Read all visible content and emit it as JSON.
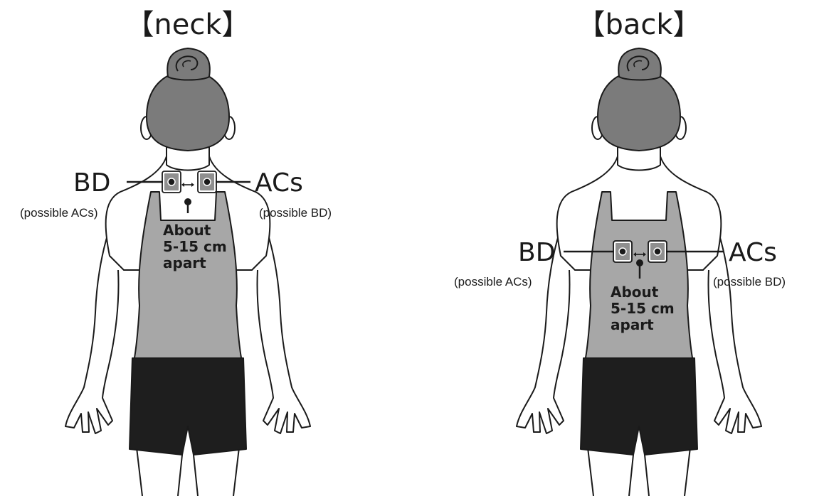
{
  "colors": {
    "hair": "#7b7b7b",
    "top": "#a7a7a7",
    "shorts": "#1e1e1e",
    "skin": "#ffffff",
    "outline": "#1a1a1a",
    "electrode": "#8f8f8f"
  },
  "panels": [
    {
      "title": "【neck】",
      "left_label": "BD",
      "left_sub": "(possible ACs)",
      "right_label": "ACs",
      "right_sub": "(possible BD)",
      "note": [
        "About",
        "5-15 cm",
        "apart"
      ]
    },
    {
      "title": "【back】",
      "left_label": "BD",
      "left_sub": "(possible ACs)",
      "right_label": "ACs",
      "right_sub": "(possible BD)",
      "note": [
        "About",
        "5-15 cm",
        "apart"
      ]
    }
  ],
  "icons": {
    "spacing_arrow": "double-headed-arrow-icon"
  }
}
